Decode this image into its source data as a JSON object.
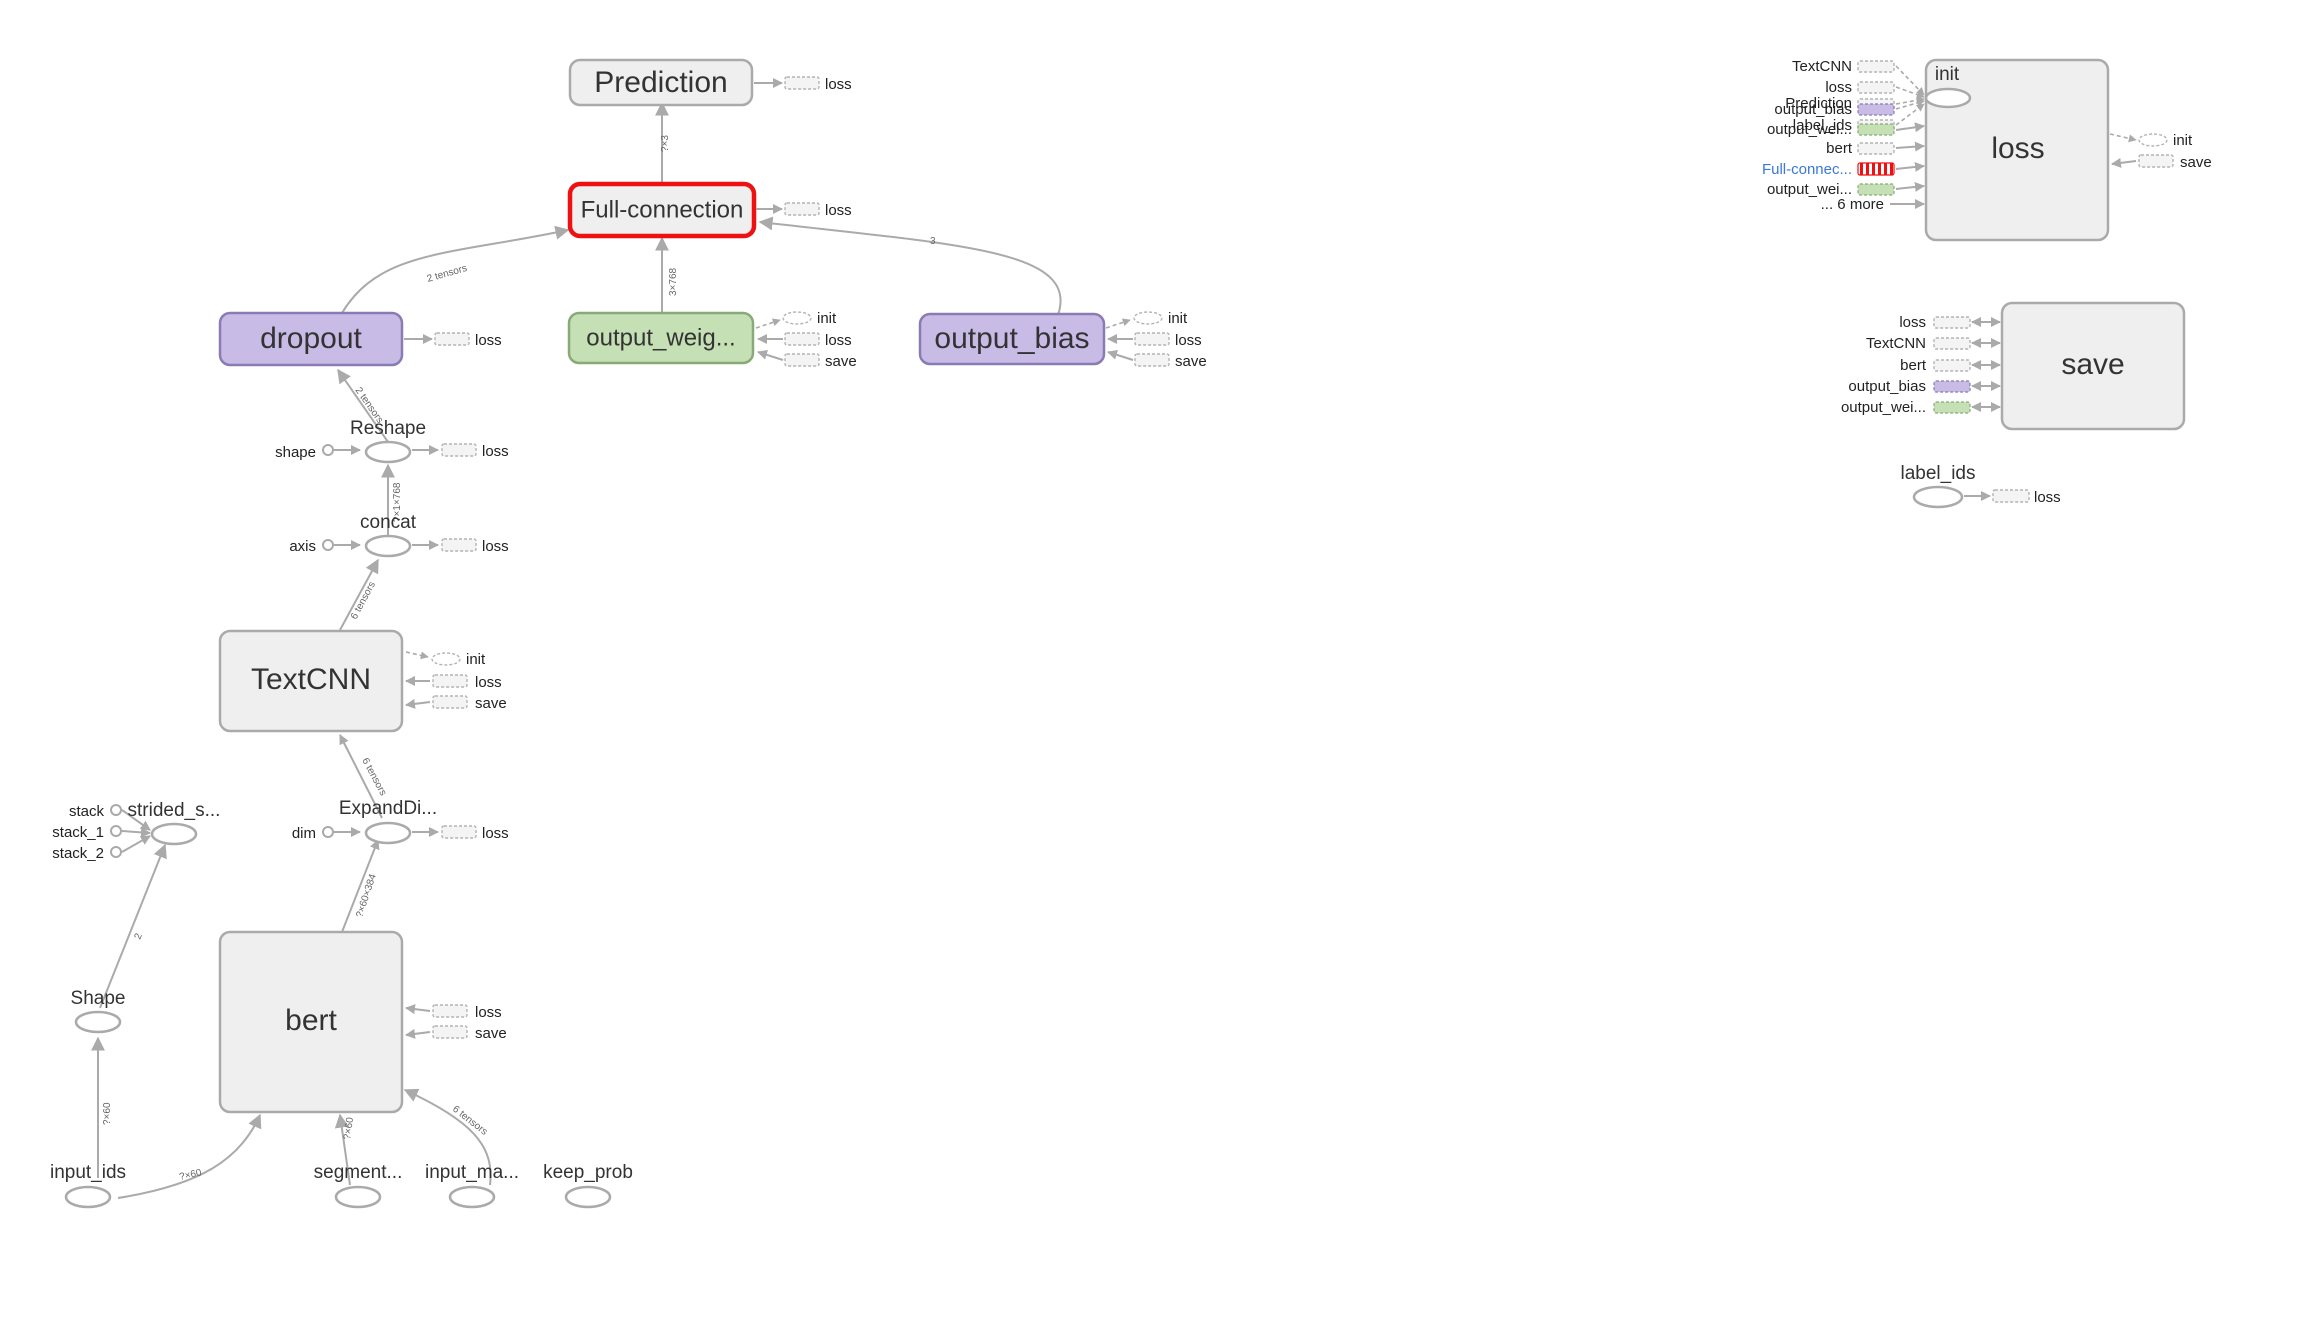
{
  "colors": {
    "node_fill": "#efefef",
    "node_stroke": "#aaaaaa",
    "purple_fill": "#c8bbe5",
    "purple_stroke": "#8a7bb5",
    "green_fill": "#c5e0b5",
    "green_stroke": "#88aa77",
    "selected_stroke": "#ee1111",
    "edge": "#aaaaaa",
    "link_text": "#3b78d8"
  },
  "nodes": {
    "prediction": "Prediction",
    "full_connection": "Full-connection",
    "dropout": "dropout",
    "output_weights": "output_weig...",
    "output_bias": "output_bias",
    "reshape": "Reshape",
    "concat": "concat",
    "textcnn": "TextCNN",
    "strided_slice": "strided_s...",
    "expand_dims": "ExpandDi...",
    "shape": "Shape",
    "bert": "bert",
    "input_ids": "input_ids",
    "segment_ids": "segment...",
    "input_mask": "input_ma...",
    "keep_prob": "keep_prob",
    "loss_block": "loss",
    "save_block": "save",
    "loss_init": "init",
    "label_ids": "label_ids"
  },
  "aux": {
    "loss": "loss",
    "init": "init",
    "save": "save",
    "shape": "shape",
    "axis": "axis",
    "dim": "dim",
    "stack": "stack",
    "stack_1": "stack_1",
    "stack_2": "stack_2"
  },
  "loss_inputs": [
    "TextCNN",
    "loss",
    "Prediction",
    "output_bias",
    "label_ids",
    "output_wei...",
    "bert",
    "Full-connec...",
    "output_wei...",
    "... 6 more"
  ],
  "save_inputs": [
    "loss",
    "TextCNN",
    "bert",
    "output_bias",
    "output_wei..."
  ],
  "edge_labels": {
    "fc_to_prediction": "?×3",
    "weights_to_fc": "3×768",
    "bias_to_fc": "3",
    "dropout_to_fc": "2 tensors",
    "reshape_to_dropout": "2 tensors",
    "concat_to_reshape": "?×1×768",
    "textcnn_to_concat": "6 tensors",
    "expand_to_textcnn": "6 tensors",
    "bert_to_expand": "?×60×384",
    "shape_to_strided": "2",
    "input_ids_to_shape": "?×60",
    "input_ids_to_bert": "?×60",
    "segment_to_bert": "?×60",
    "mask_to_bert": "6 tensors"
  }
}
